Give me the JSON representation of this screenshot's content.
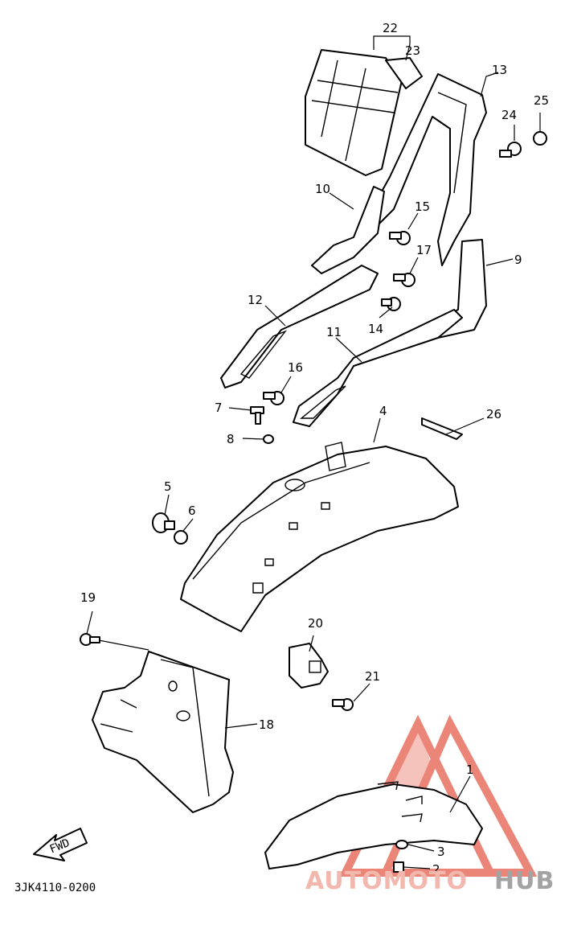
{
  "diagram": {
    "part_numbers": [
      "1",
      "2",
      "3",
      "4",
      "5",
      "6",
      "7",
      "8",
      "9",
      "10",
      "11",
      "12",
      "13",
      "14",
      "15",
      "16",
      "17",
      "18",
      "19",
      "20",
      "21",
      "22",
      "23",
      "24",
      "25",
      "26"
    ],
    "diagram_code": "3JK4110-0200",
    "fwd_label": "FWD"
  },
  "watermark": {
    "brand_part1": "AUTOMOTO",
    "brand_part2": "HUB",
    "colors": {
      "logo": "#e8786a",
      "text_light": "#f3b8ad",
      "text_grey": "#a3a3a3"
    }
  }
}
